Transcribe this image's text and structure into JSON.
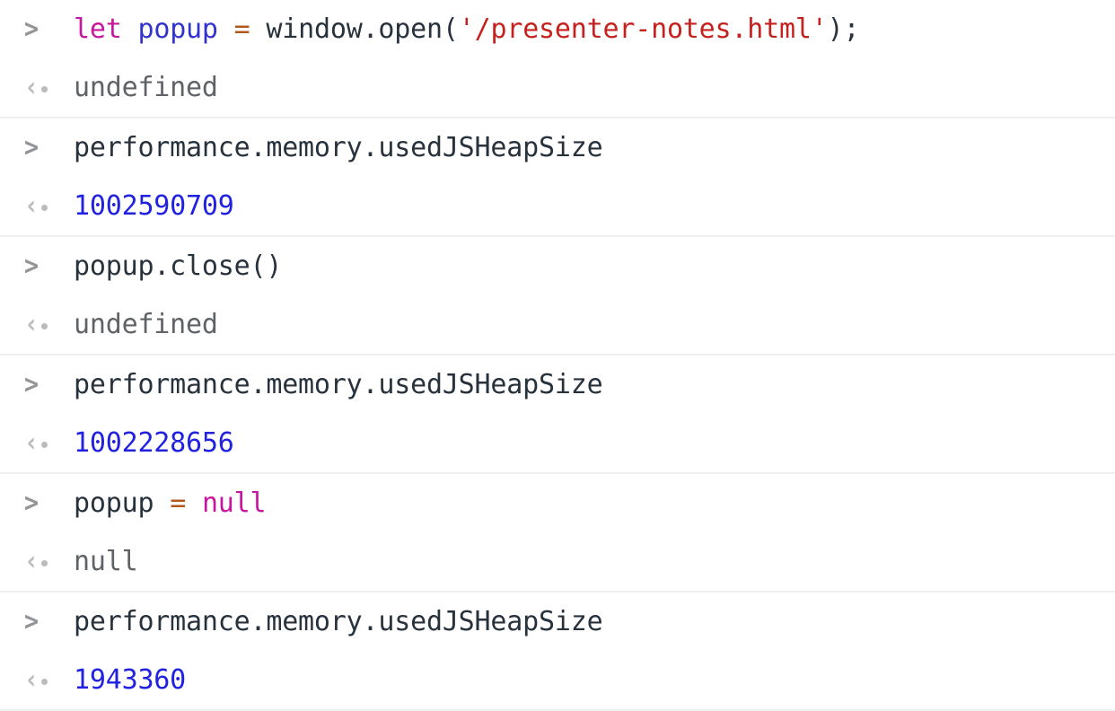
{
  "console": {
    "prompt_input_glyph": ">",
    "prompt_output_glyph": "‹",
    "colors": {
      "background": "#ffffff",
      "separator": "#eef0f1",
      "plain": "#28323c",
      "keyword": "#c5179e",
      "variable": "#3232cd",
      "operator": "#b2581b",
      "string": "#c5211f",
      "output_muted": "#5f6368",
      "output_number": "#2121e0",
      "prompt_in": "#939598",
      "prompt_out": "#b9bbbd"
    },
    "entries": [
      {
        "input_text": "let popup = window.open('/presenter-notes.html');",
        "input_tokens": [
          {
            "t": "let",
            "c": "keyword"
          },
          {
            "t": " ",
            "c": "plain"
          },
          {
            "t": "popup",
            "c": "variable"
          },
          {
            "t": " ",
            "c": "plain"
          },
          {
            "t": "=",
            "c": "operator"
          },
          {
            "t": " ",
            "c": "plain"
          },
          {
            "t": "window.open(",
            "c": "plain"
          },
          {
            "t": "'/presenter-notes.html'",
            "c": "string"
          },
          {
            "t": ");",
            "c": "punct"
          }
        ],
        "output_text": "undefined",
        "output_kind": "undefined"
      },
      {
        "input_text": "performance.memory.usedJSHeapSize",
        "input_tokens": [
          {
            "t": "performance.memory.usedJSHeapSize",
            "c": "plain"
          }
        ],
        "output_text": "1002590709",
        "output_kind": "number"
      },
      {
        "input_text": "popup.close()",
        "input_tokens": [
          {
            "t": "popup.close()",
            "c": "plain"
          }
        ],
        "output_text": "undefined",
        "output_kind": "undefined"
      },
      {
        "input_text": "performance.memory.usedJSHeapSize",
        "input_tokens": [
          {
            "t": "performance.memory.usedJSHeapSize",
            "c": "plain"
          }
        ],
        "output_text": "1002228656",
        "output_kind": "number"
      },
      {
        "input_text": "popup = null",
        "input_tokens": [
          {
            "t": "popup",
            "c": "plain"
          },
          {
            "t": " ",
            "c": "plain"
          },
          {
            "t": "=",
            "c": "operator"
          },
          {
            "t": " ",
            "c": "plain"
          },
          {
            "t": "null",
            "c": "keyword"
          }
        ],
        "output_text": "null",
        "output_kind": "null"
      },
      {
        "input_text": "performance.memory.usedJSHeapSize",
        "input_tokens": [
          {
            "t": "performance.memory.usedJSHeapSize",
            "c": "plain"
          }
        ],
        "output_text": "1943360",
        "output_kind": "number"
      }
    ]
  }
}
